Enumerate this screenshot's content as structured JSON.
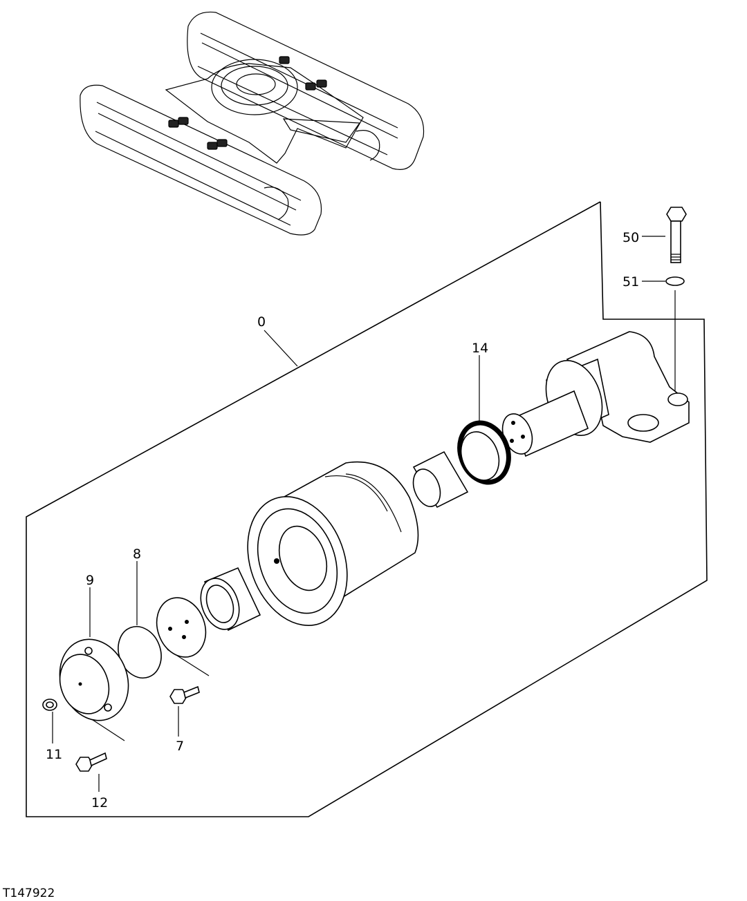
{
  "drawing_id": "T147922",
  "callouts": [
    {
      "id": "0",
      "part": "roller-assembly"
    },
    {
      "id": "7",
      "part": "cover-bolt"
    },
    {
      "id": "8",
      "part": "o-ring"
    },
    {
      "id": "9",
      "part": "end-cap"
    },
    {
      "id": "11",
      "part": "plug"
    },
    {
      "id": "12",
      "part": "cap-bolt"
    },
    {
      "id": "14",
      "part": "floating-seal"
    },
    {
      "id": "50",
      "part": "mounting-bolt"
    },
    {
      "id": "51",
      "part": "washer"
    }
  ]
}
